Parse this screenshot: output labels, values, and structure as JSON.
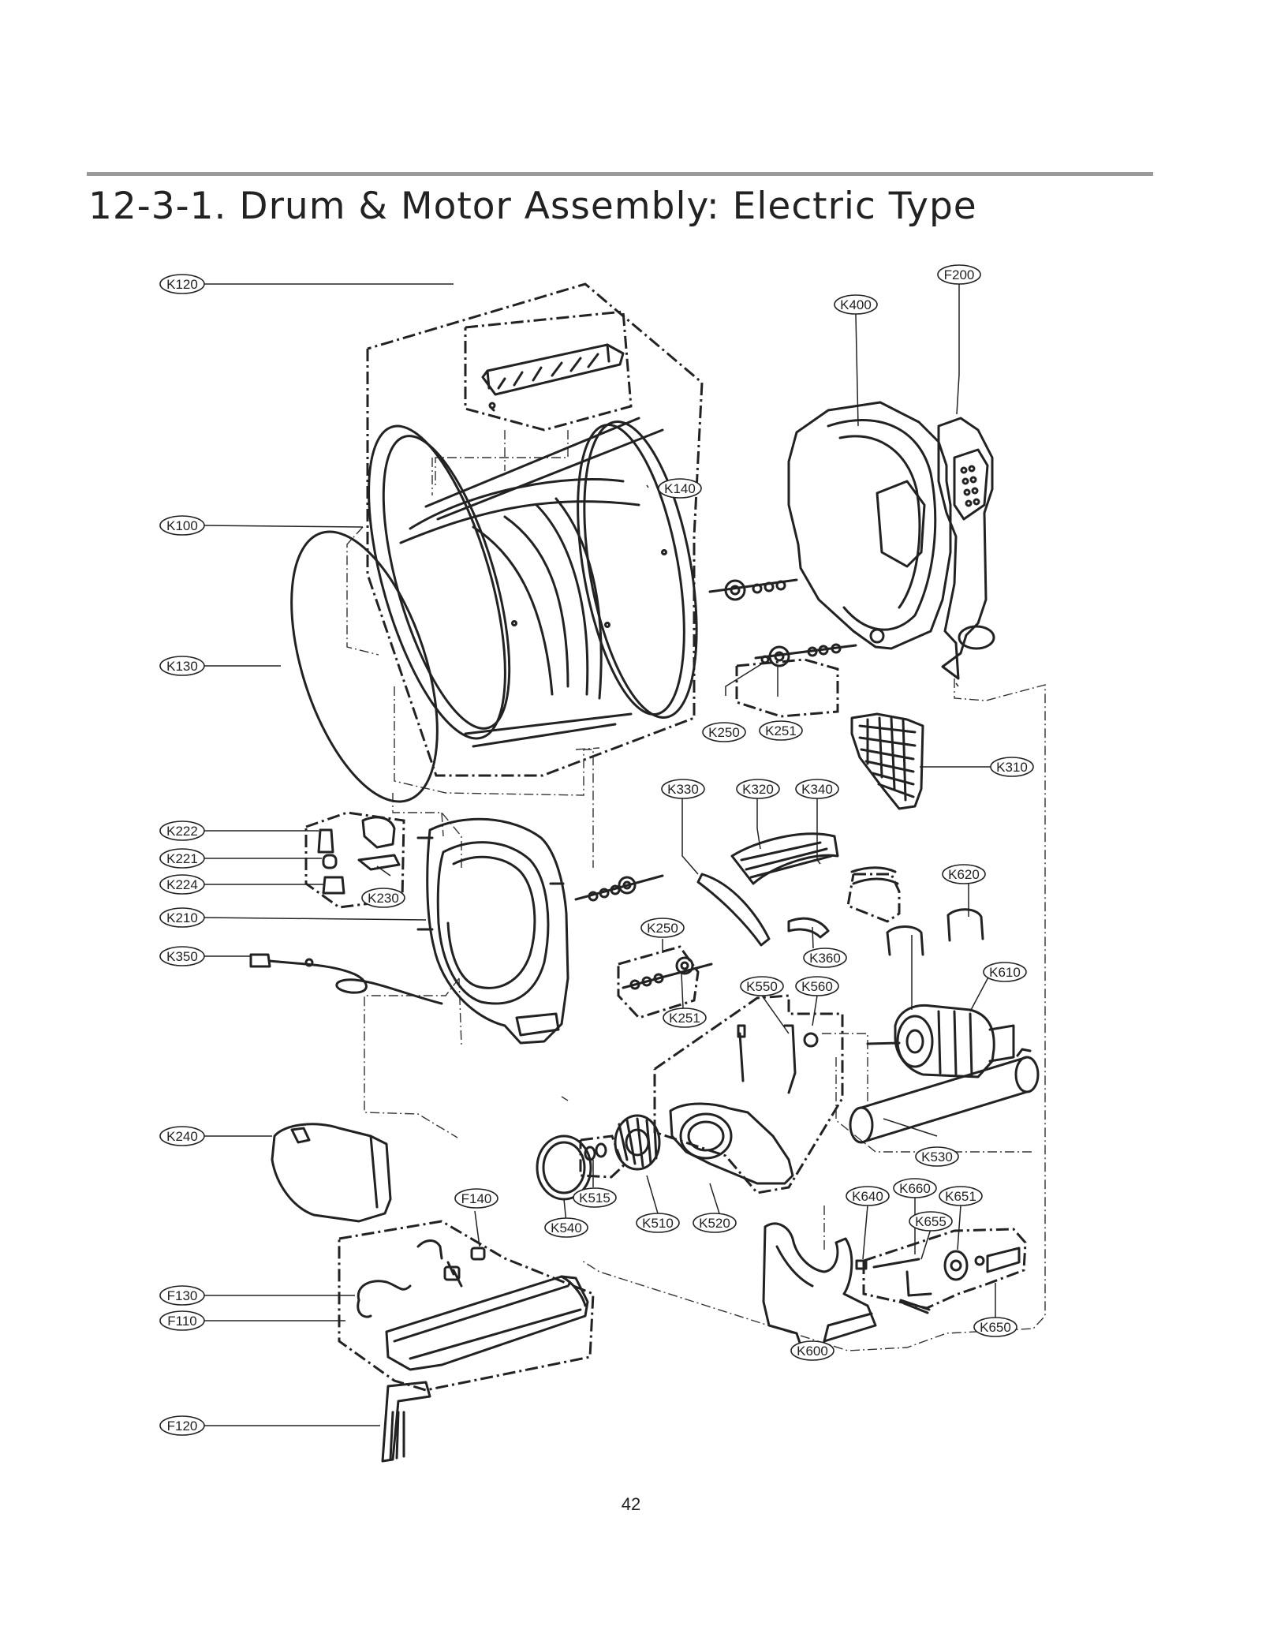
{
  "header": {
    "title": "12-3-1. Drum & Motor Assembly: Electric Type"
  },
  "footer": {
    "page_number": "42"
  },
  "callouts": {
    "F200": "F200",
    "K400": "K400",
    "K120": "K120",
    "K140": "K140",
    "K100": "K100",
    "K130": "K130",
    "K250a": "K250",
    "K251a": "K251",
    "K310": "K310",
    "K330": "K330",
    "K320": "K320",
    "K340": "K340",
    "K222": "K222",
    "K221": "K221",
    "K224": "K224",
    "K230": "K230",
    "K620": "K620",
    "K210": "K210",
    "K250b": "K250",
    "K360": "K360",
    "K350": "K350",
    "K550": "K550",
    "K560": "K560",
    "K610": "K610",
    "K251b": "K251",
    "K240": "K240",
    "K530": "K530",
    "F140": "F140",
    "K515": "K515",
    "K510": "K510",
    "K520": "K520",
    "K540": "K540",
    "K640": "K640",
    "K660": "K660",
    "K651": "K651",
    "K655": "K655",
    "F130": "F130",
    "F110": "F110",
    "K650": "K650",
    "K600": "K600",
    "F120": "F120"
  }
}
